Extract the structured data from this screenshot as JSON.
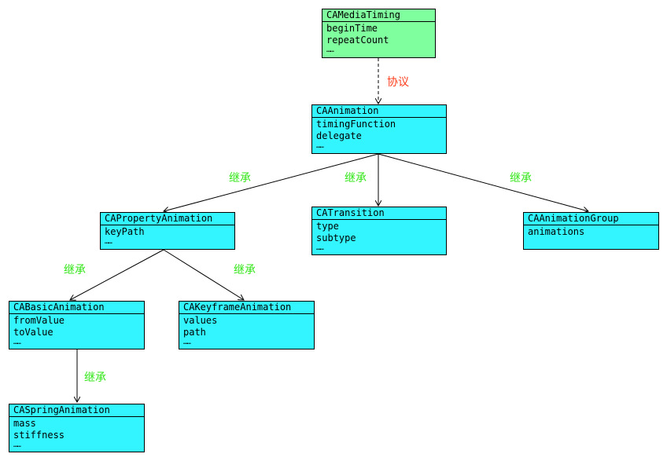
{
  "colors": {
    "protocol_box": "#80ff9e",
    "class_box": "#33f5ff",
    "inherit_label": "#33e619",
    "protocol_label": "#ff3b1a",
    "line": "#000000"
  },
  "nodes": {
    "mediatiming": {
      "name": "CAMediaTiming",
      "props": [
        "beginTime",
        "repeatCount"
      ],
      "more": "……"
    },
    "animation": {
      "name": "CAAnimation",
      "props": [
        "timingFunction",
        "delegate"
      ],
      "more": "……"
    },
    "property": {
      "name": "CAPropertyAnimation",
      "props": [
        "keyPath"
      ],
      "more": "……"
    },
    "transition": {
      "name": "CATransition",
      "props": [
        "type",
        "subtype"
      ],
      "more": "……"
    },
    "group": {
      "name": "CAAnimationGroup",
      "props": [
        "animations"
      ]
    },
    "basic": {
      "name": "CABasicAnimation",
      "props": [
        "fromValue",
        "toValue"
      ],
      "more": "……"
    },
    "keyframe": {
      "name": "CAKeyframeAnimation",
      "props": [
        "values",
        "path"
      ],
      "more": "……"
    },
    "spring": {
      "name": "CASpringAnimation",
      "props": [
        "mass",
        "stiffness"
      ],
      "more": "……"
    }
  },
  "edges": {
    "protocol": {
      "label": "协议"
    },
    "anim_to_property": {
      "label": "继承"
    },
    "anim_to_transition": {
      "label": "继承"
    },
    "anim_to_group": {
      "label": "继承"
    },
    "property_to_basic": {
      "label": "继承"
    },
    "property_to_keyframe": {
      "label": "继承"
    },
    "basic_to_spring": {
      "label": "继承"
    }
  }
}
